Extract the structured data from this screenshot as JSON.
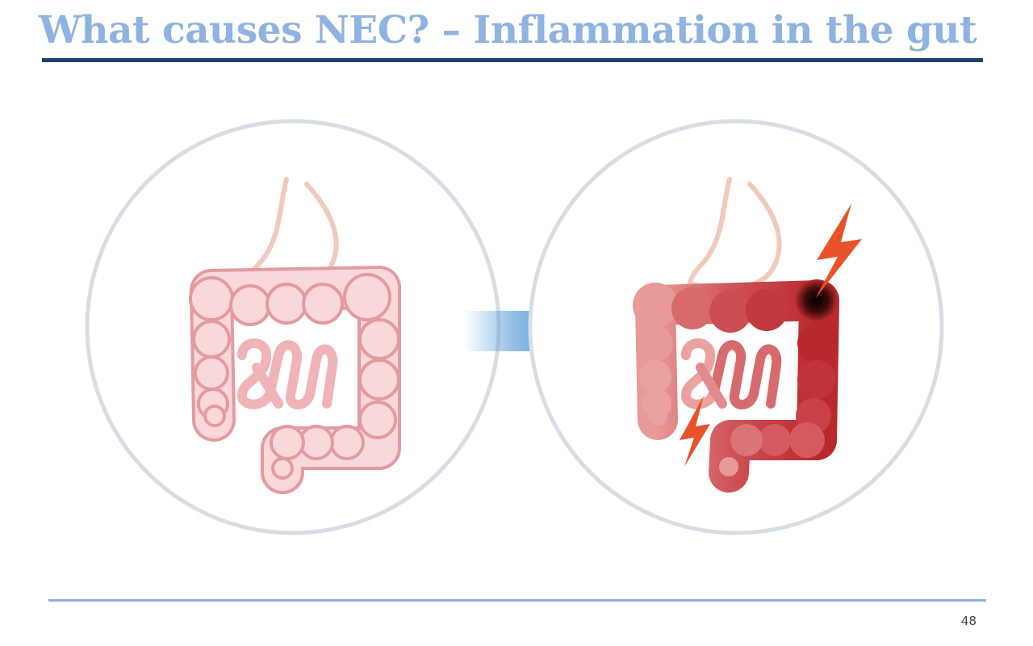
{
  "slide": {
    "title": "What causes NEC? – Inflammation in the gut",
    "page_number": "48"
  },
  "diagram": {
    "panels": [
      {
        "state": "healthy gut",
        "colors": {
          "fill": "#f9d8d9",
          "stroke": "#e39aa0",
          "stomach": "#f2c9bb"
        }
      },
      {
        "state": "inflamed gut",
        "colors": {
          "fill": "#c94146",
          "stroke": "#b52e33",
          "stomach": "#f2c9bb",
          "focus": "#1a0a0a",
          "lightning": "#e8522a"
        }
      }
    ],
    "arrow": {
      "color": "#5a9ed9",
      "direction": "right"
    },
    "circle_color": "#d8dde3"
  }
}
